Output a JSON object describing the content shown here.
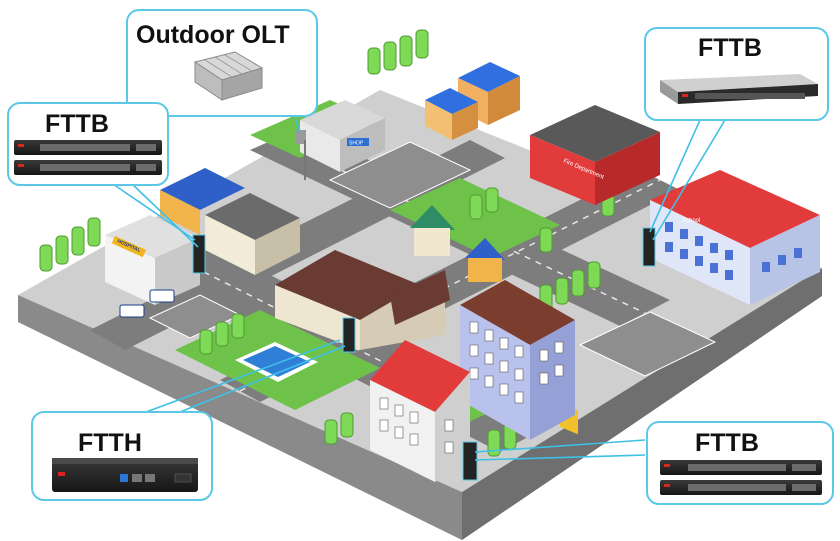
{
  "callouts": {
    "outdoor_olt": {
      "title": "Outdoor OLT"
    },
    "fttb_left": {
      "title": "FTTB"
    },
    "fttb_right": {
      "title": "FTTB"
    },
    "ftth": {
      "title": "FTTH"
    },
    "fttb_bottom": {
      "title": "FTTB"
    }
  },
  "signs": {
    "shop": "SHOP",
    "fire_department": "Fire Department",
    "school": "School",
    "hospital": "HOSPITAL"
  },
  "colors": {
    "callout_border": "#5bc8e8",
    "fiber_line": "#3fc0e6",
    "grass": "#6ec24a",
    "road": "#7d7d7d",
    "base": "#a9a9a9",
    "roof_red": "#e23b3b"
  }
}
